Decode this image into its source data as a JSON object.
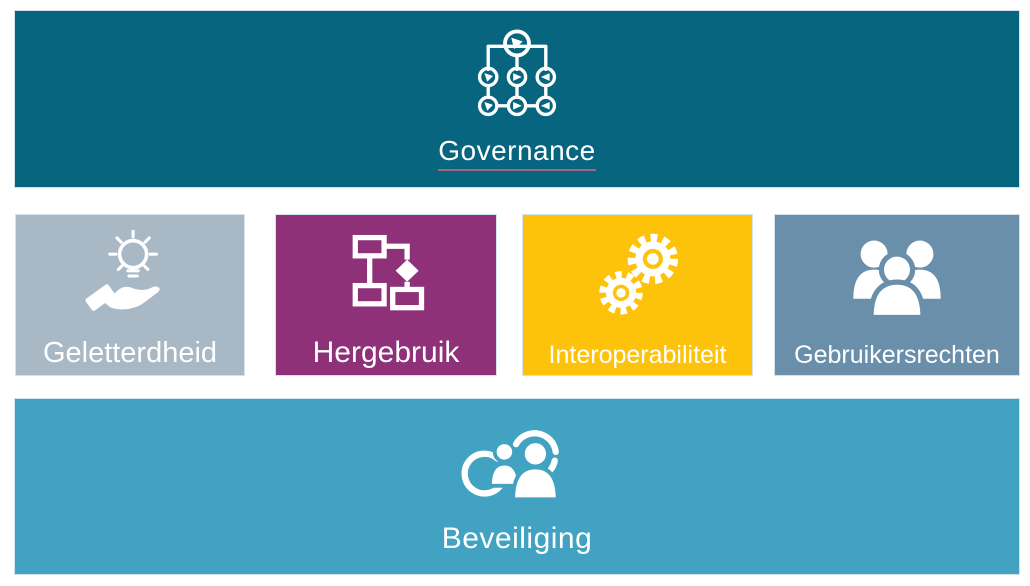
{
  "background": "#ffffff",
  "governance": {
    "label": "Governance",
    "icon": "org-chart-icon",
    "bg": "#07657f",
    "text_color": "#ffffff",
    "underline_color": "#9c6b7c"
  },
  "blocks": [
    {
      "id": "geletterdheid",
      "label": "Geletterdheid",
      "icon": "hand-lightbulb-icon",
      "bg": "#a9b8c5",
      "text_color": "#ffffff"
    },
    {
      "id": "hergebruik",
      "label": "Hergebruik",
      "icon": "flowchart-icon",
      "bg": "#8e3179",
      "text_color": "#ffffff"
    },
    {
      "id": "interoperabiliteit",
      "label": "Interoperabiliteit",
      "icon": "gears-icon",
      "bg": "#fdc30b",
      "text_color": "#ffffff"
    },
    {
      "id": "gebruikersrechten",
      "label": "Gebruikersrechten",
      "icon": "people-group-icon",
      "bg": "#6a8fab",
      "text_color": "#ffffff"
    }
  ],
  "beveiliging": {
    "label": "Beveiliging",
    "icon": "user-sync-icon",
    "bg": "#42a2c2",
    "text_color": "#ffffff"
  }
}
